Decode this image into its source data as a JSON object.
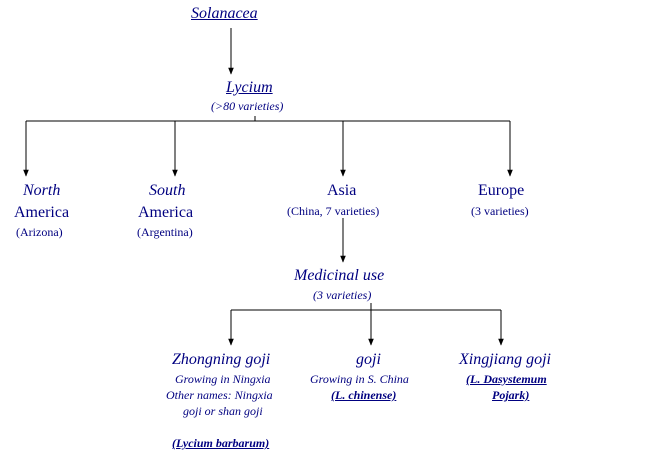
{
  "root": {
    "name": "Solanacea"
  },
  "genus": {
    "name": "Lycium",
    "note": "(>80 varieties)"
  },
  "regions": [
    {
      "name_line1": "North",
      "name_line2": "America",
      "note": "(Arizona)"
    },
    {
      "name_line1": "South",
      "name_line2": "America",
      "note": "(Argentina)"
    },
    {
      "name_line1": "Asia",
      "name_line2": "",
      "note": "(China, 7 varieties)"
    },
    {
      "name_line1": "Europe",
      "name_line2": "",
      "note": "(3 varieties)"
    }
  ],
  "medicinal": {
    "name": "Medicinal use",
    "note": "(3 varieties)"
  },
  "varieties": [
    {
      "name": "Zhongning goji",
      "lines": [
        "Growing in Ningxia",
        "Other names: Ningxia",
        "goji or shan goji"
      ],
      "latin": "(Lycium barbarum)"
    },
    {
      "name": "goji",
      "lines": [
        "Growing in S. China"
      ],
      "latin": "(L. chinense)"
    },
    {
      "name": "Xingjiang goji",
      "lines": [],
      "latin_line1": "(L. Dasystemum",
      "latin_line2": "Pojark)"
    }
  ],
  "colors": {
    "text": "#000080",
    "line": "#000000"
  }
}
